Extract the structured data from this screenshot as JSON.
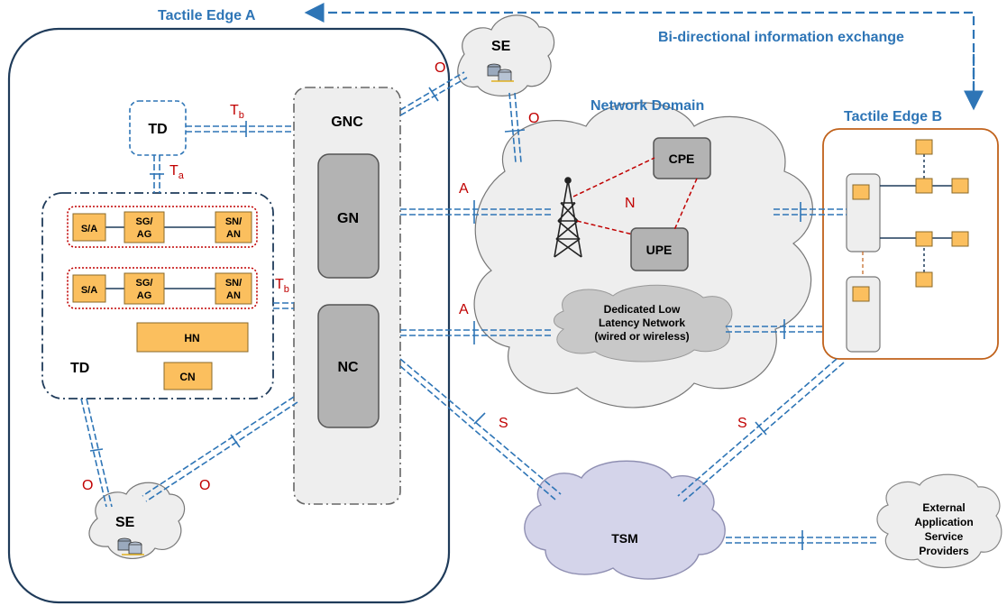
{
  "tactile_edge_a": "Tactile Edge A",
  "tactile_edge_b": "Tactile Edge B",
  "bidirectional_label": "Bi-directional information exchange",
  "network_domain": "Network Domain",
  "nodes": {
    "td_top": "TD",
    "td_main": "TD",
    "gnc": "GNC",
    "gn": "GN",
    "nc": "NC",
    "se_top": "SE",
    "se_bottom": "SE",
    "cpe": "CPE",
    "upe": "UPE",
    "tsm": "TSM",
    "sa1": "S/A",
    "sg1_line1": "SG/",
    "sg1_line2": "AG",
    "sn1_line1": "SN/",
    "sn1_line2": "AN",
    "sa2": "S/A",
    "sg2_line1": "SG/",
    "sg2_line2": "AG",
    "sn2_line1": "SN/",
    "sn2_line2": "AN",
    "hn": "HN",
    "cn": "CN"
  },
  "dedicated_network": {
    "line1": "Dedicated Low",
    "line2": "Latency Network",
    "line3": "(wired or wireless)"
  },
  "external_providers": {
    "line1": "External",
    "line2": "Application",
    "line3": "Service",
    "line4": "Providers"
  },
  "interfaces": {
    "tb_main": "T",
    "tb_sub": "b",
    "ta_main": "T",
    "ta_sub": "a",
    "tb2_main": "T",
    "tb2_sub": "b",
    "o": "O",
    "a": "A",
    "n": "N",
    "s": "S"
  },
  "colors": {
    "edge_blue": "#2e75b6",
    "dark_border": "#1f3b5a",
    "orange_box": "#fbbf5e",
    "red_label": "#c00000",
    "cloud_gray": "#eeeeee",
    "tsm_cloud": "#d4d4ea"
  }
}
